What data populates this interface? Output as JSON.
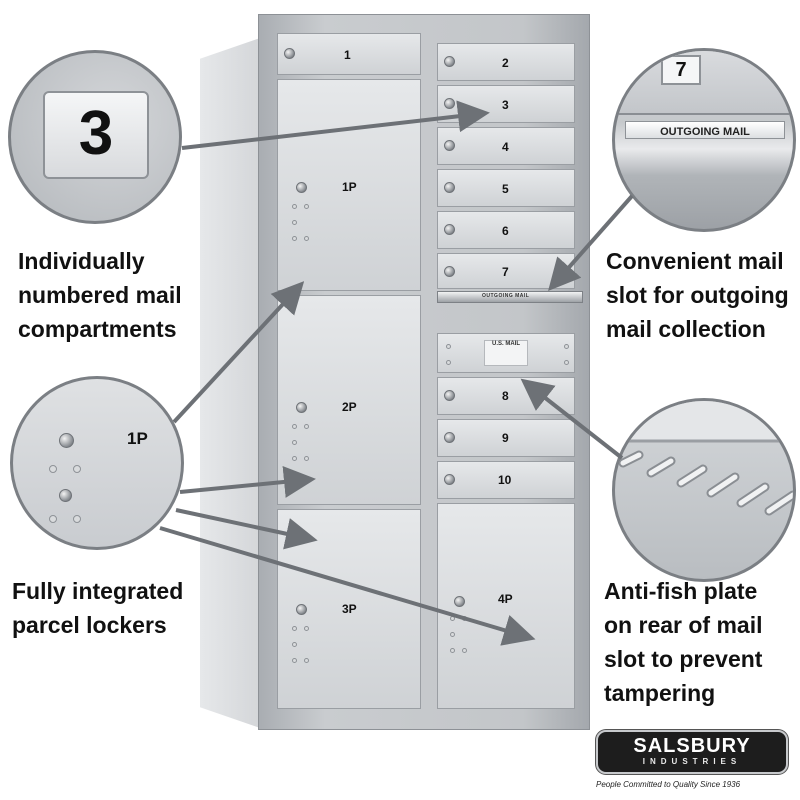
{
  "callouts": {
    "numbered": {
      "zoom_number": "3",
      "caption_lines": [
        "Individually",
        "numbered mail",
        "compartments"
      ]
    },
    "parcel": {
      "zoom_label": "1P",
      "caption_lines": [
        "Fully integrated",
        "parcel lockers"
      ]
    },
    "outgoing": {
      "zoom_number": "7",
      "zoom_label": "OUTGOING MAIL",
      "caption_lines": [
        "Convenient mail",
        "slot for outgoing",
        "mail collection"
      ]
    },
    "antifish": {
      "caption_lines": [
        "Anti-fish plate",
        "on rear of mail",
        "slot to prevent",
        "tampering"
      ]
    }
  },
  "mailbox": {
    "compartments": [
      "1",
      "2",
      "3",
      "4",
      "5",
      "6",
      "7",
      "8",
      "9",
      "10"
    ],
    "parcel_lockers": [
      "1P",
      "2P",
      "3P",
      "4P"
    ],
    "outgoing_slot_label": "OUTGOING MAIL",
    "usmail_plate": "U.S. MAIL"
  },
  "brand": {
    "logo": "SALSBURY",
    "logo_sub": "INDUSTRIES",
    "tagline": "People Committed to Quality Since 1936"
  },
  "colors": {
    "arrow": "#6d7176",
    "metal": "#c9ccd0"
  }
}
